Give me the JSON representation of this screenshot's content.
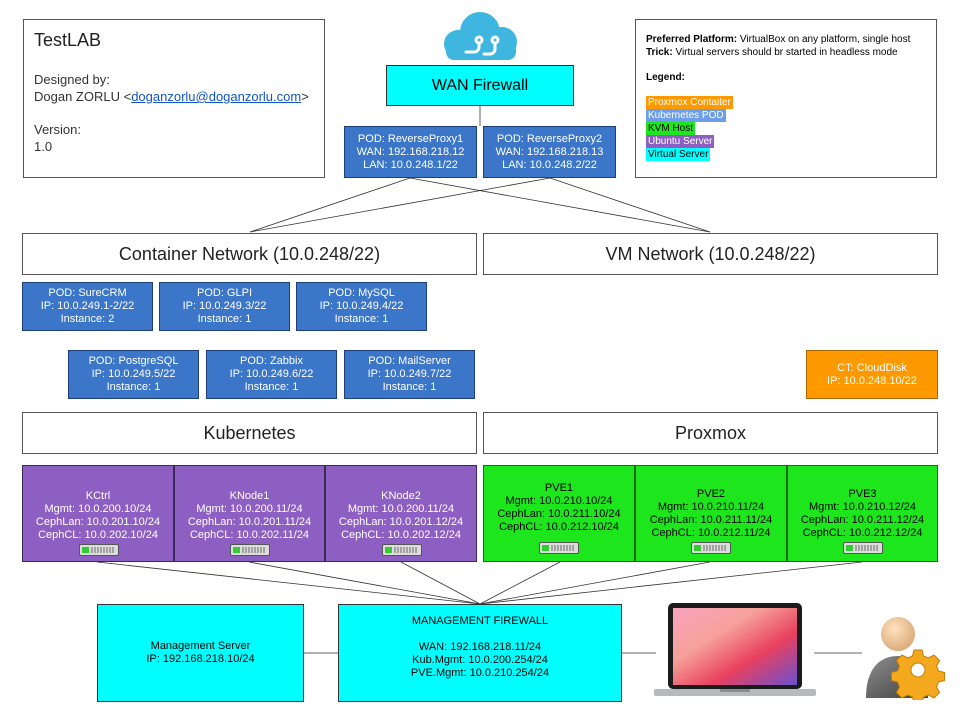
{
  "info": {
    "title": "TestLAB",
    "designed_label": "Designed by:",
    "author": "Dogan ZORLU <",
    "email": "doganzorlu@doganzorlu.com",
    "author_end": ">",
    "version_label": "Version:",
    "version": "1.0"
  },
  "notes": {
    "platform_label": "Preferred Platform:",
    "platform_text": " VirtualBox on any platform, single host",
    "trick_label": "Trick:",
    "trick_text": " Virtual servers should br started in headless mode",
    "legend_title": "Legend:",
    "legend": [
      {
        "label": "Proxmox Contaiter",
        "color": "#ff9900",
        "text_color": "#ffffff"
      },
      {
        "label": "Kubernetes POD",
        "color": "#6d9eeb",
        "text_color": "#ffffff"
      },
      {
        "label": "KVM Host",
        "color": "#1de61d",
        "text_color": "#000000"
      },
      {
        "label": "Ubuntu Server",
        "color": "#8e5fc2",
        "text_color": "#ffffff"
      },
      {
        "label": "Virtual Server",
        "color": "#00ffff",
        "text_color": "#000000"
      }
    ]
  },
  "wan_firewall": "WAN Firewall",
  "proxies": [
    {
      "lines": [
        "POD: ReverseProxy1",
        "WAN: 192.168.218.12",
        "LAN: 10.0.248.1/22"
      ]
    },
    {
      "lines": [
        "POD: ReverseProxy2",
        "WAN: 192.168.218.13",
        "LAN: 10.0.248.2/22"
      ]
    }
  ],
  "networks": {
    "container": "Container Network (10.0.248/22)",
    "vm": "VM Network (10.0.248/22)",
    "kubernetes": "Kubernetes",
    "proxmox": "Proxmox"
  },
  "pods_row1": [
    {
      "lines": [
        "POD: SureCRM",
        "IP: 10.0.249.1-2/22",
        "Instance: 2"
      ]
    },
    {
      "lines": [
        "POD: GLPI",
        "IP: 10.0.249.3/22",
        "Instance: 1"
      ]
    },
    {
      "lines": [
        "POD: MySQL",
        "IP: 10.0.249.4/22",
        "Instance: 1"
      ]
    }
  ],
  "pods_row2": [
    {
      "lines": [
        "POD: PostgreSQL",
        "IP: 10.0.249.5/22",
        "Instance: 1"
      ]
    },
    {
      "lines": [
        "POD: Zabbix",
        "IP: 10.0.249.6/22",
        "Instance: 1"
      ]
    },
    {
      "lines": [
        "POD: MailServer",
        "IP: 10.0.249.7/22",
        "Instance: 1"
      ]
    }
  ],
  "container": {
    "lines": [
      "CT: CloudDisk",
      "IP: 10.0.248.10/22"
    ]
  },
  "k8s_nodes": [
    {
      "lines": [
        "KCtrl",
        "Mgmt: 10.0.200.10/24",
        "CephLan: 10.0.201.10/24",
        "CephCL: 10.0.202.10/24"
      ]
    },
    {
      "lines": [
        "KNode1",
        "Mgmt: 10.0.200.11/24",
        "CephLan: 10.0.201.11/24",
        "CephCL: 10.0.202.11/24"
      ]
    },
    {
      "lines": [
        "KNode2",
        "Mgmt: 10.0.200.11/24",
        "CephLan: 10.0.201.12/24",
        "CephCL: 10.0.202.12/24"
      ]
    }
  ],
  "pve_nodes": [
    {
      "lines": [
        "PVE1",
        "Mgmt: 10.0.210.10/24",
        "CephLan: 10.0.211.10/24",
        "CephCL: 10.0.212.10/24"
      ]
    },
    {
      "lines": [
        "PVE2",
        "Mgmt: 10.0.210.11/24",
        "CephLan: 10.0.211.11/24",
        "CephCL: 10.0.212.11/24"
      ]
    },
    {
      "lines": [
        "PVE3",
        "Mgmt: 10.0.210.12/24",
        "CephLan: 10.0.211.12/24",
        "CephCL: 10.0.212.12/24"
      ]
    }
  ],
  "mgmt_server": {
    "lines": [
      "Management Server",
      "IP: 192.168.218.10/24"
    ]
  },
  "mgmt_firewall": {
    "title": "MANAGEMENT FIREWALL",
    "lines": [
      "WAN: 192.168.218.11/24",
      "Kub.Mgmt: 10.0.200.254/24",
      "PVE.Mgmt: 10.0.210.254/24"
    ]
  },
  "icons": {
    "cloud": "cloud-icon",
    "laptop": "laptop-icon",
    "admin": "admin-user-gear-icon",
    "server": "server-rack-icon"
  }
}
